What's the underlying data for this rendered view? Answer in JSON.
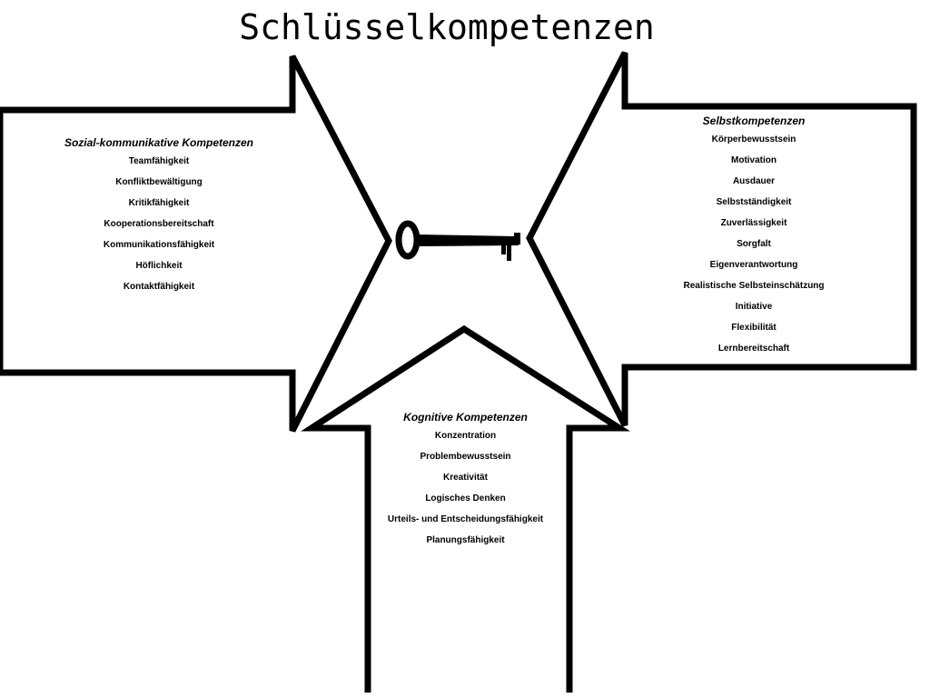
{
  "title": "Schlüsselkompetenzen",
  "center_icon": "key-icon",
  "colors": {
    "stroke": "#000000",
    "background": "#ffffff",
    "text": "#000000"
  },
  "panels": {
    "left": {
      "heading": "Sozial-kommunikative Kompetenzen",
      "items": [
        "Teamfähigkeit",
        "Konfliktbewältigung",
        "Kritikfähigkeit",
        "Kooperationsbereitschaft",
        "Kommunikationsfähigkeit",
        "Höflichkeit",
        "Kontaktfähigkeit"
      ]
    },
    "right": {
      "heading": "Selbstkompetenzen",
      "items": [
        "Körperbewusstsein",
        "Motivation",
        "Ausdauer",
        "Selbstständigkeit",
        "Zuverlässigkeit",
        "Sorgfalt",
        "Eigenverantwortung",
        "Realistische Selbsteinschätzung",
        "Initiative",
        "Flexibilität",
        "Lernbereitschaft"
      ]
    },
    "bottom": {
      "heading": "Kognitive Kompetenzen",
      "items": [
        "Konzentration",
        "Problembewusstsein",
        "Kreativität",
        "Logisches Denken",
        "Urteils- und Entscheidungsfähigkeit",
        "Planungsfähigkeit"
      ]
    }
  }
}
